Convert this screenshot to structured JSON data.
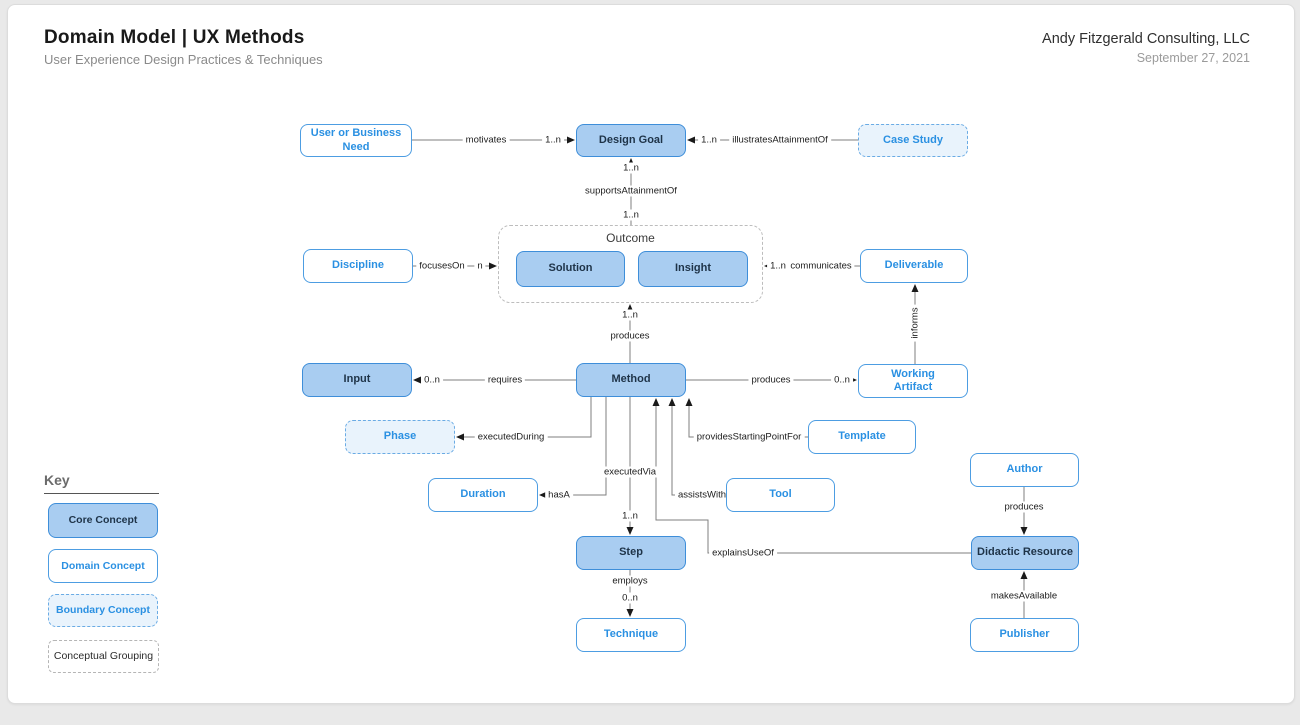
{
  "header": {
    "title": "Domain Model | UX Methods",
    "subtitle": "User Experience Design Practices & Techniques",
    "company": "Andy Fitzgerald Consulting, LLC",
    "date": "September 27, 2021"
  },
  "nodes": {
    "user_need": {
      "label": "User or Business Need",
      "type": "domain"
    },
    "design_goal": {
      "label": "Design Goal",
      "type": "core"
    },
    "case_study": {
      "label": "Case Study",
      "type": "boundary"
    },
    "solution": {
      "label": "Solution",
      "type": "core"
    },
    "insight": {
      "label": "Insight",
      "type": "core"
    },
    "discipline": {
      "label": "Discipline",
      "type": "domain"
    },
    "deliverable": {
      "label": "Deliverable",
      "type": "domain"
    },
    "input": {
      "label": "Input",
      "type": "core"
    },
    "method": {
      "label": "Method",
      "type": "core"
    },
    "working_artifact": {
      "label": "Working Artifact",
      "type": "domain"
    },
    "phase": {
      "label": "Phase",
      "type": "boundary"
    },
    "template": {
      "label": "Template",
      "type": "domain"
    },
    "duration": {
      "label": "Duration",
      "type": "domain"
    },
    "tool": {
      "label": "Tool",
      "type": "domain"
    },
    "step": {
      "label": "Step",
      "type": "core"
    },
    "technique": {
      "label": "Technique",
      "type": "domain"
    },
    "didactic_resource": {
      "label": "Didactic Resource",
      "type": "core"
    },
    "author": {
      "label": "Author",
      "type": "domain"
    },
    "publisher": {
      "label": "Publisher",
      "type": "domain"
    }
  },
  "groups": {
    "outcome": {
      "label": "Outcome"
    }
  },
  "edges": {
    "motivates": {
      "label": "motivates",
      "mult": "1..n"
    },
    "illustratesAttainmentOf": {
      "label": "illustratesAttainmentOf",
      "mult": "1..n"
    },
    "supportsAttainmentOf": {
      "label": "supportsAttainmentOf",
      "mult_source": "1..n",
      "mult_target": "1..n"
    },
    "focusesOn": {
      "label": "focusesOn",
      "mult": "n"
    },
    "communicates": {
      "label": "communicates",
      "mult": "1..n"
    },
    "produces_outcome": {
      "label": "produces",
      "mult": "1..n"
    },
    "requires": {
      "label": "requires",
      "mult": "0..n"
    },
    "produces_working_artifact": {
      "label": "produces",
      "mult": "0..n"
    },
    "informs": {
      "label": "informs"
    },
    "executedDuring": {
      "label": "executedDuring"
    },
    "providesStartingPointFor": {
      "label": "providesStartingPointFor"
    },
    "hasA": {
      "label": "hasA"
    },
    "assistsWith": {
      "label": "assistsWith"
    },
    "executedVia": {
      "label": "executedVia",
      "mult": "1..n"
    },
    "employs": {
      "label": "employs",
      "mult": "0..n"
    },
    "explainsUseOf": {
      "label": "explainsUseOf"
    },
    "produces_didactic_resource": {
      "label": "produces"
    },
    "makesAvailable": {
      "label": "makesAvailable"
    }
  },
  "key": {
    "title": "Key",
    "items": [
      {
        "label": "Core Concept",
        "type": "core"
      },
      {
        "label": "Domain Concept",
        "type": "domain"
      },
      {
        "label": "Boundary Concept",
        "type": "boundary"
      },
      {
        "label": "Conceptual Grouping",
        "type": "grouping"
      }
    ]
  },
  "colors": {
    "core_fill": "#a9cdf1",
    "core_border": "#3e8ed9",
    "core_text": "#1e3348",
    "domain_border": "#4d9de2",
    "concept_text_blue": "#2a90e2",
    "boundary_fill": "#e9f3fc",
    "boundary_border": "#6aabe4",
    "grouping_border": "#b5b5b5",
    "connector_line": "#7f7f7f",
    "arrowhead": "#1a1a1a"
  }
}
